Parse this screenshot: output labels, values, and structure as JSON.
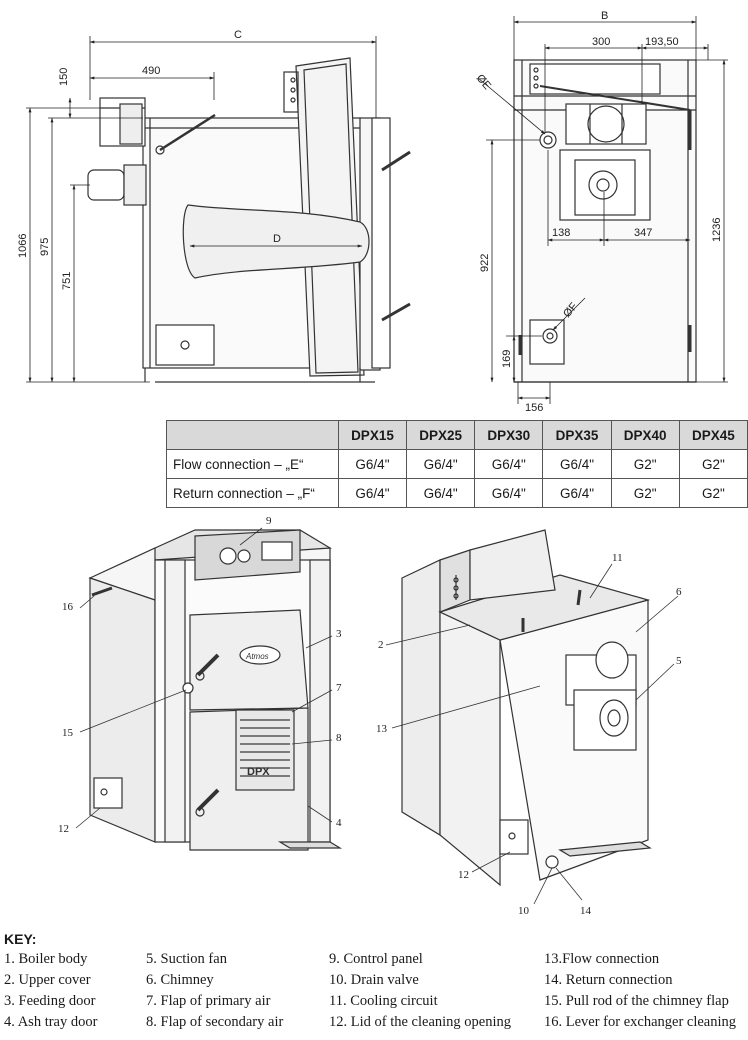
{
  "dimensions": {
    "side": {
      "C": "C",
      "d490": "490",
      "d150": "150",
      "d1066": "1066",
      "d975": "975",
      "d751": "751",
      "D": "D"
    },
    "front": {
      "B": "B",
      "d300": "300",
      "d193": "193,50",
      "E": "ØE",
      "d1236": "1236",
      "d922": "922",
      "d138": "138",
      "d347": "347",
      "F": "ØF",
      "d169": "169",
      "d156": "156"
    }
  },
  "table": {
    "models": [
      "DPX15",
      "DPX25",
      "DPX30",
      "DPX35",
      "DPX40",
      "DPX45"
    ],
    "rows": [
      {
        "label": "Flow connection – „E“",
        "values": [
          "G6/4\"",
          "G6/4\"",
          "G6/4\"",
          "G6/4\"",
          "G2\"",
          "G2\""
        ]
      },
      {
        "label": "Return connection – „F“",
        "values": [
          "G6/4\"",
          "G6/4\"",
          "G6/4\"",
          "G6/4\"",
          "G2\"",
          "G2\""
        ]
      }
    ]
  },
  "callouts": {
    "left": {
      "c9": "9",
      "c16": "16",
      "c3": "3",
      "c7": "7",
      "c15": "15",
      "c8": "8",
      "c4": "4",
      "c12": "12"
    },
    "right": {
      "c11": "11",
      "c6": "6",
      "c2": "2",
      "c5": "5",
      "c13": "13",
      "c12": "12",
      "c10": "10",
      "c14": "14"
    }
  },
  "product_marks": {
    "brand": "Atmos",
    "model_mark": "DPX"
  },
  "key": {
    "title": "KEY:",
    "items": [
      "1. Boiler body",
      "5. Suction fan",
      "9. Control panel",
      "13.Flow connection",
      "2. Upper cover",
      "6. Chimney",
      "10. Drain valve",
      "14. Return connection",
      "3. Feeding door",
      "7. Flap of primary air",
      "11. Cooling circuit",
      "15. Pull rod of the chimney flap",
      "4. Ash tray door",
      "8. Flap of secondary air",
      "12. Lid of the cleaning opening",
      "16. Lever for exchanger cleaning"
    ]
  },
  "colors": {
    "line": "#333333",
    "panel_gray": "#cfcfcf",
    "header_gray": "#d9d9d9"
  }
}
